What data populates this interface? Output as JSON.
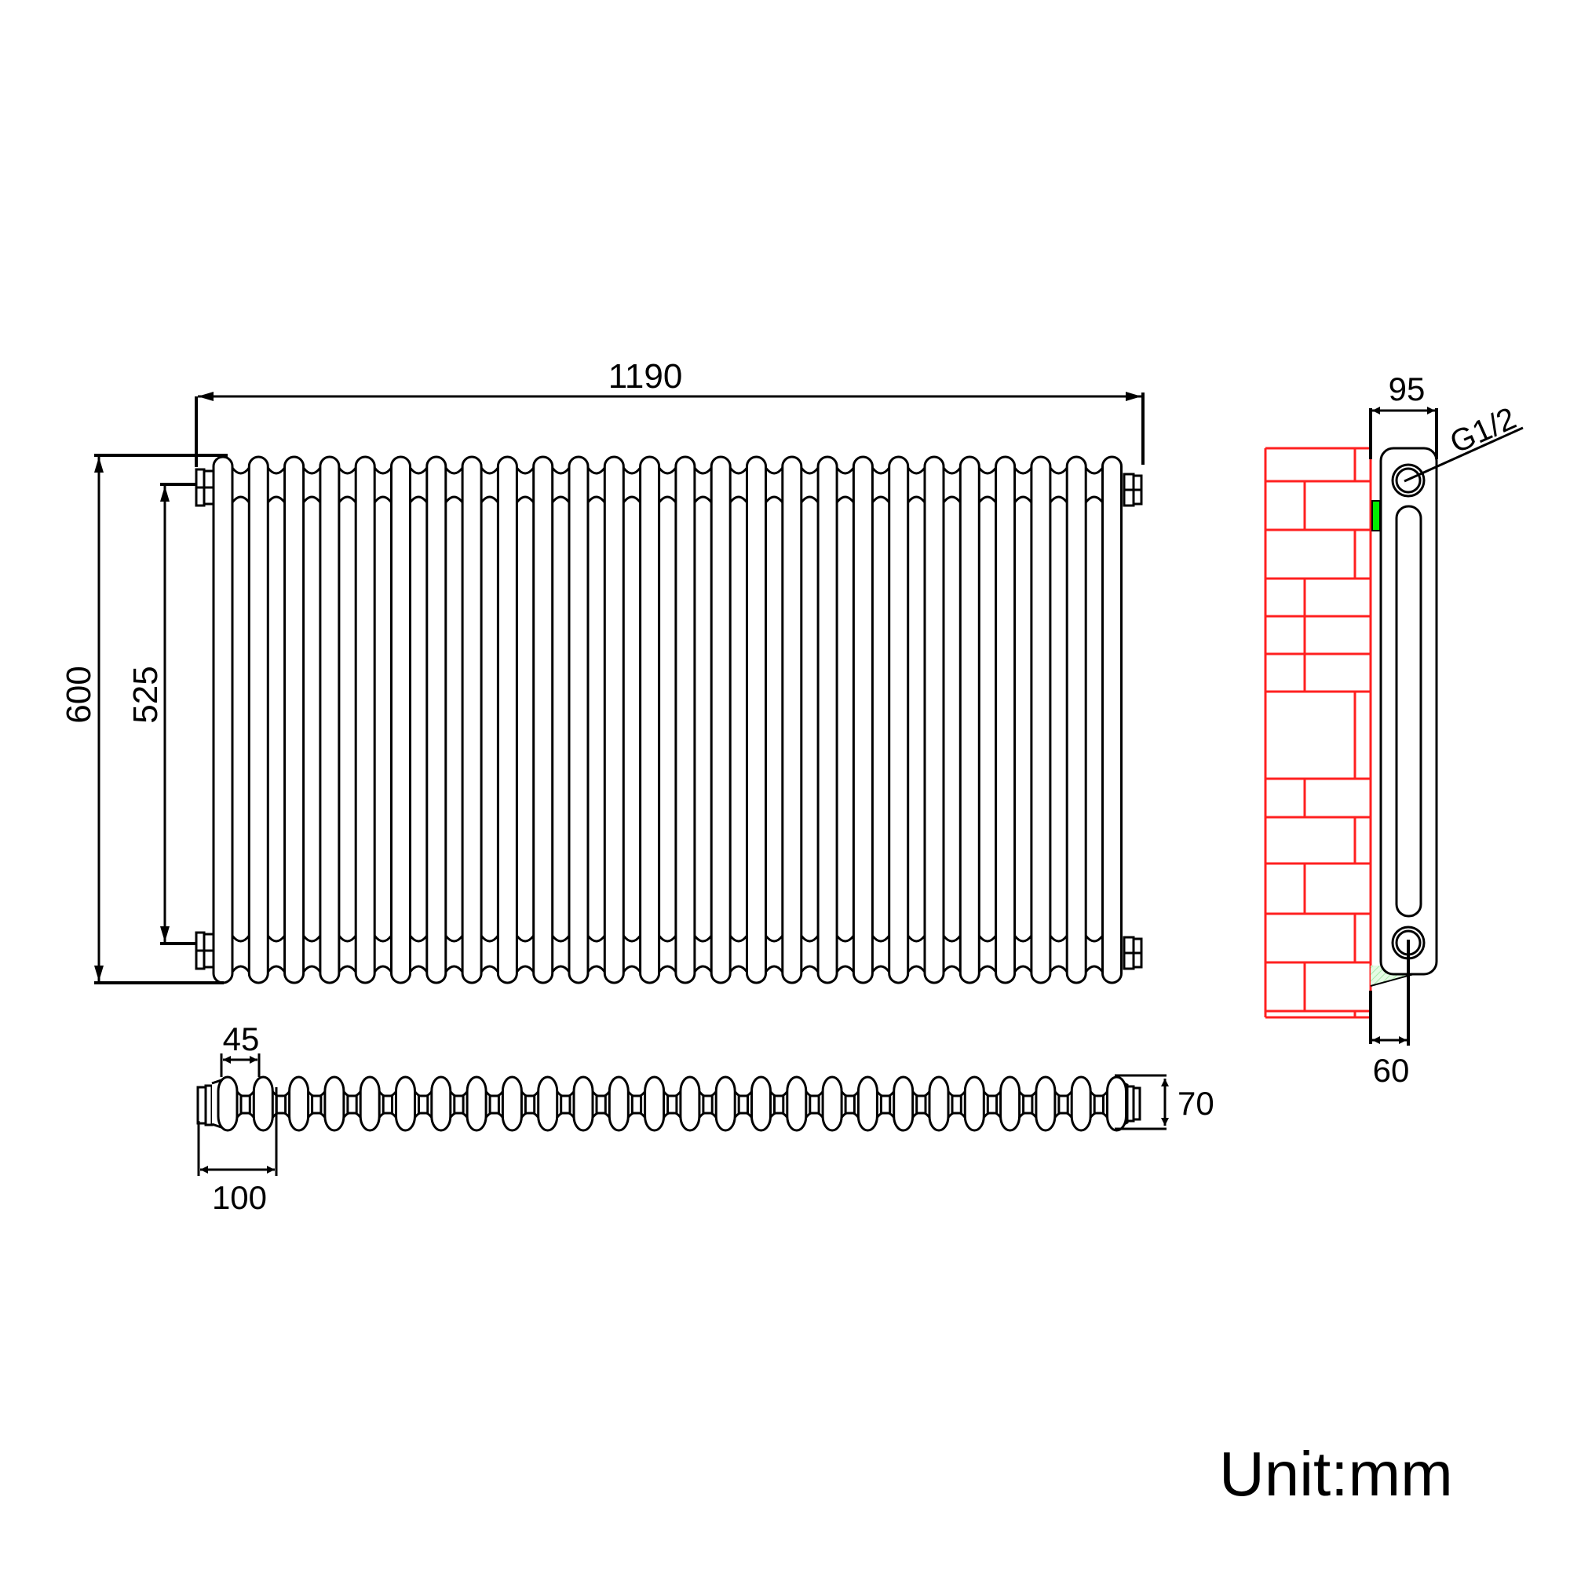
{
  "diagram": {
    "type": "technical-drawing",
    "subject": "column radiator",
    "unit_label": "Unit:mm",
    "front_view": {
      "columns": 26,
      "width_label": "1190",
      "height_label": "600",
      "pipe_centres_label": "525"
    },
    "top_view": {
      "column_width_label": "45",
      "section_pitch_label": "100",
      "depth_label": "70"
    },
    "side_view": {
      "overall_depth_label": "95",
      "wall_to_pipe_label": "60",
      "connection_label": "G1/2"
    },
    "colors": {
      "line": "#000000",
      "wall": "#ff2020",
      "bracket": "#00ee00",
      "floor_hatch": "#ccf5cc"
    }
  }
}
